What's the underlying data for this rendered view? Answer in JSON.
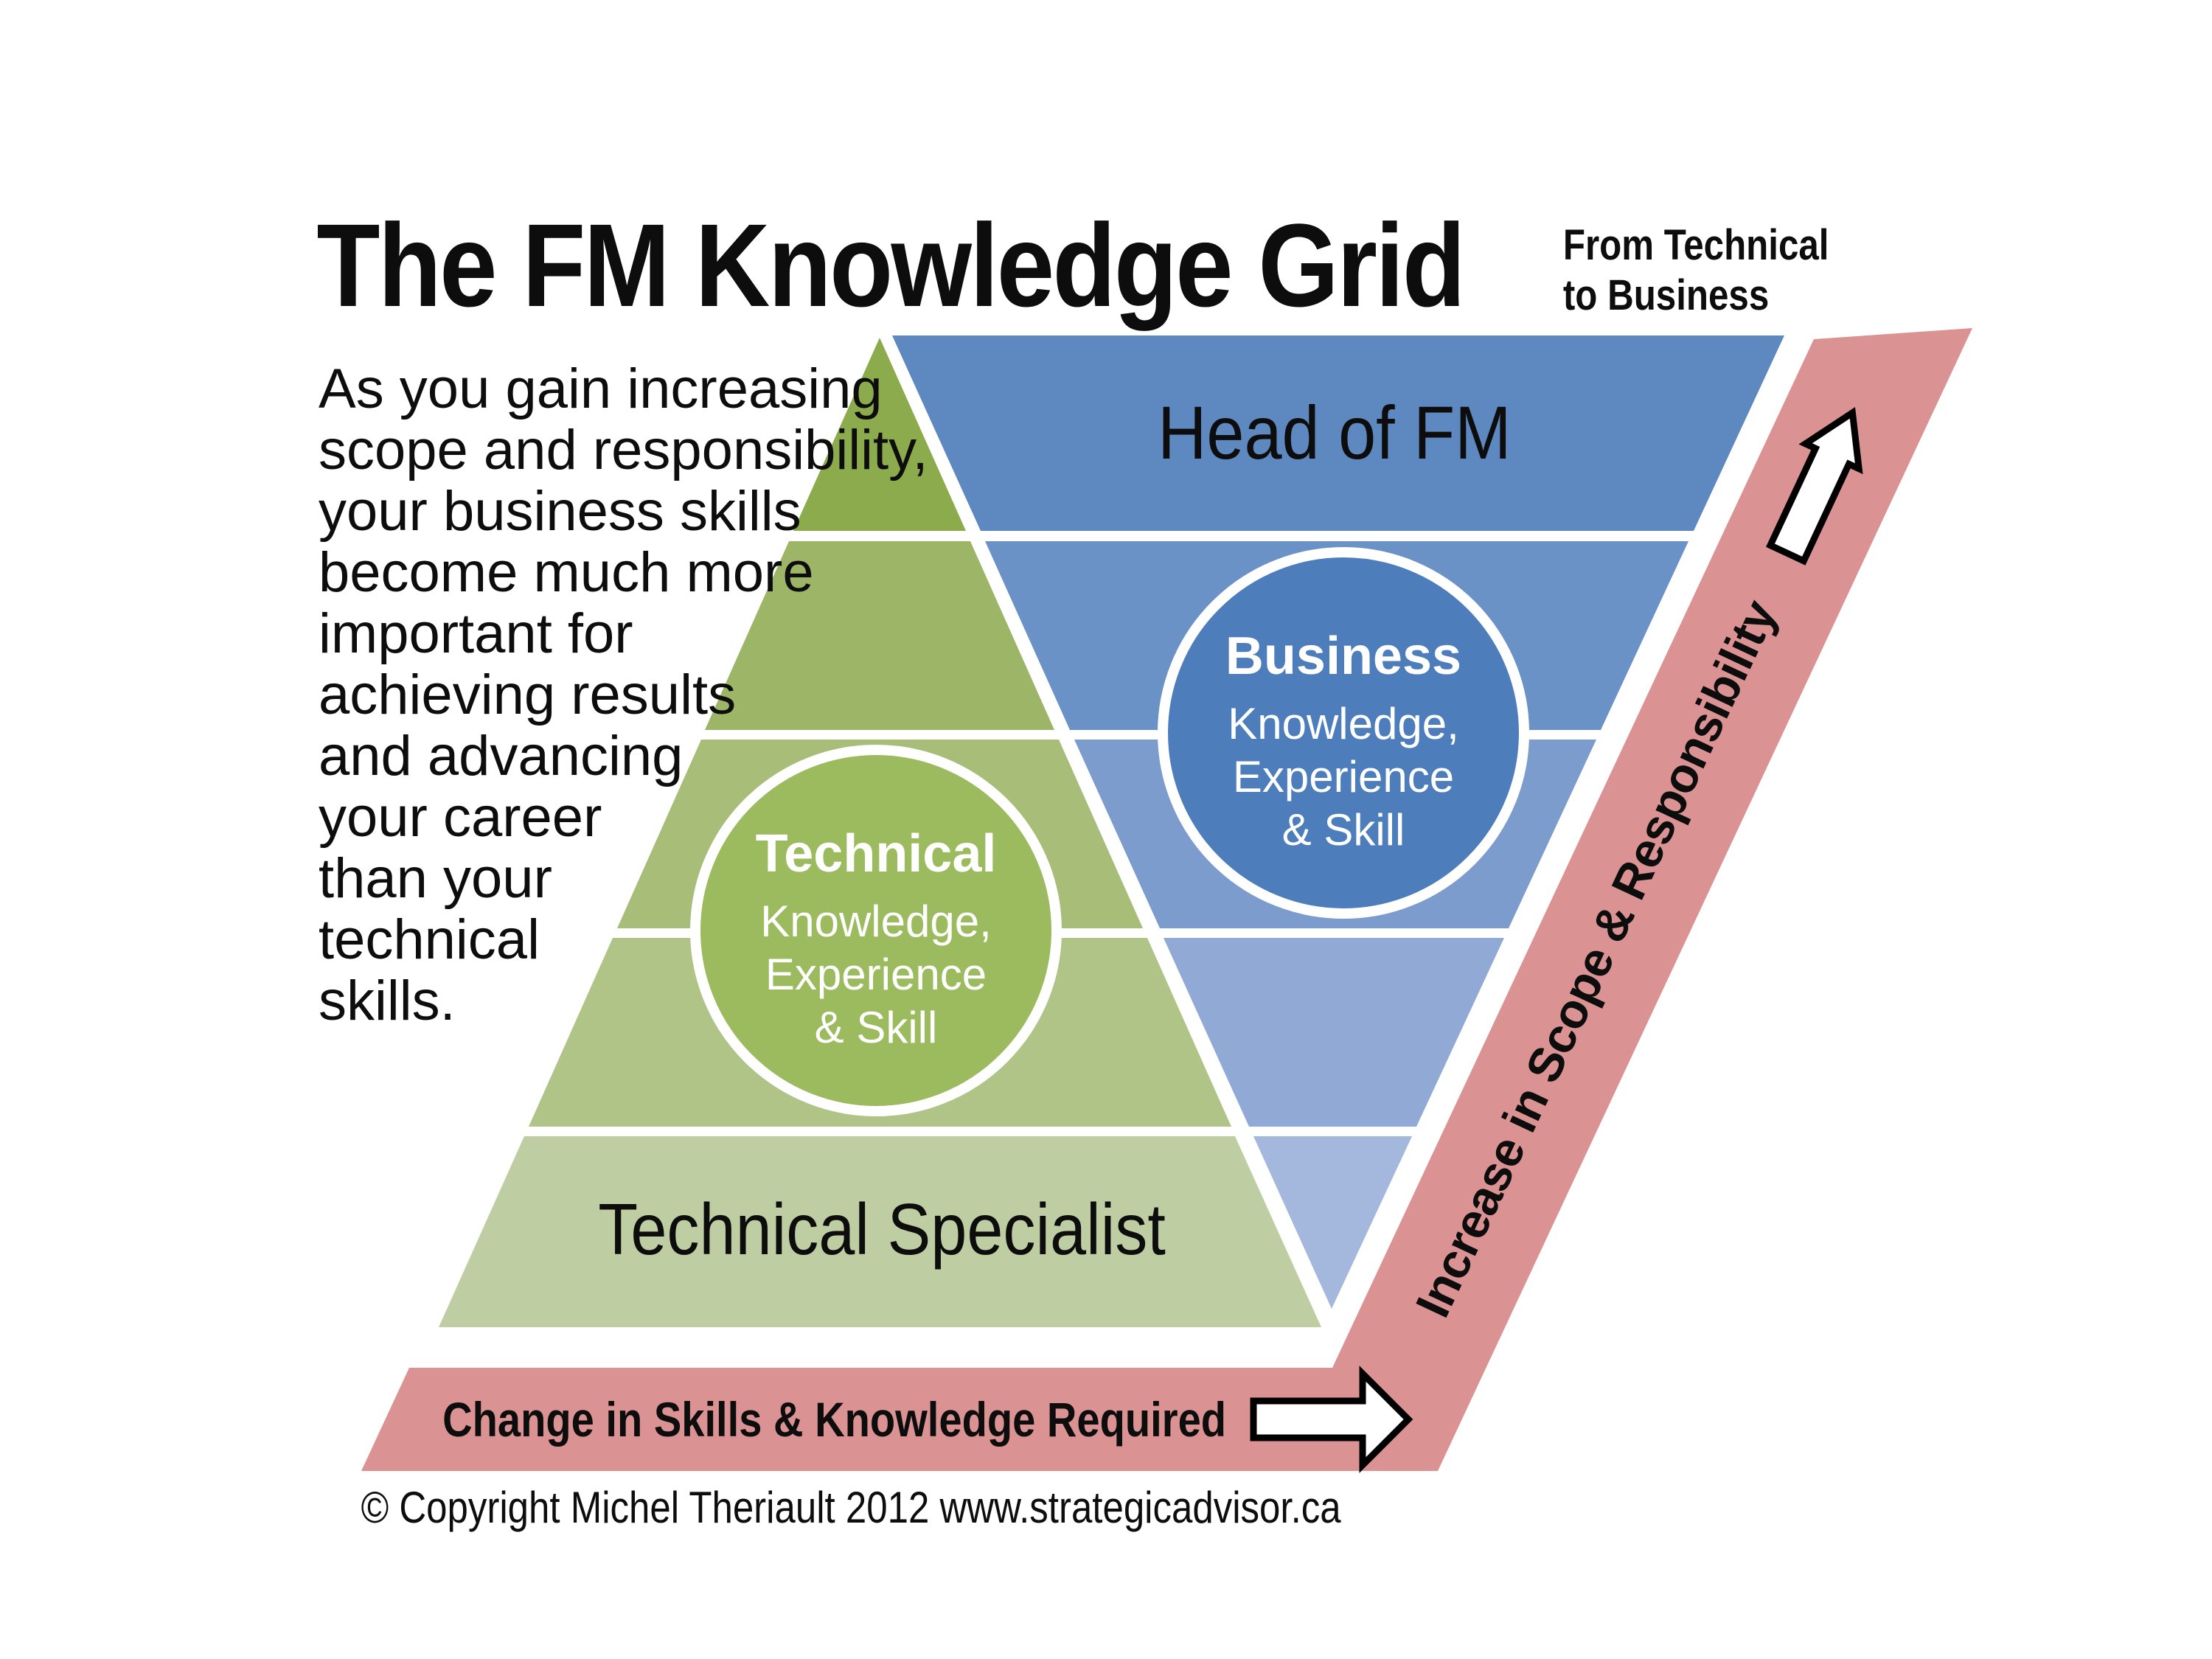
{
  "header": {
    "title": "The FM Knowledge Grid",
    "subtitle_line1": "From Technical",
    "subtitle_line2": "to Business"
  },
  "intro": {
    "lines": [
      "As you gain increasing",
      "scope and responsibility,",
      "your business skills",
      "become much more",
      "important for",
      "achieving results",
      "and advancing",
      "your career",
      "than your",
      "technical",
      "skills."
    ]
  },
  "pyramid": {
    "head_label": "Head of FM",
    "base_label": "Technical Specialist",
    "technical_circle": {
      "title": "Technical",
      "line1": "Knowledge,",
      "line2": "Experience",
      "line3": "& Skill"
    },
    "business_circle": {
      "title": "Business",
      "line1": "Knowledge,",
      "line2": "Experience",
      "line3": "& Skill"
    }
  },
  "bands": {
    "bottom_arrow_label": "Change in Skills & Knowledge Required",
    "diagonal_arrow_label": "Increase in Scope & Responsibility"
  },
  "footer": {
    "copyright": "© Copyright Michel Theriault 2012 www.strategicadvisor.ca"
  },
  "colors": {
    "green": [
      "#8BAB4C",
      "#9CB566",
      "#A7BD78",
      "#B0C488",
      "#BFCEA2"
    ],
    "blue": [
      "#5E88C0",
      "#6B92C7",
      "#7C9CCE",
      "#90AAD5",
      "#A3B8DC"
    ],
    "green_circle": "#9CBA5E",
    "blue_circle": "#4D7DBA",
    "pink": "#DA9292",
    "text": "#000000",
    "circle_text": "#FFFFFF"
  }
}
